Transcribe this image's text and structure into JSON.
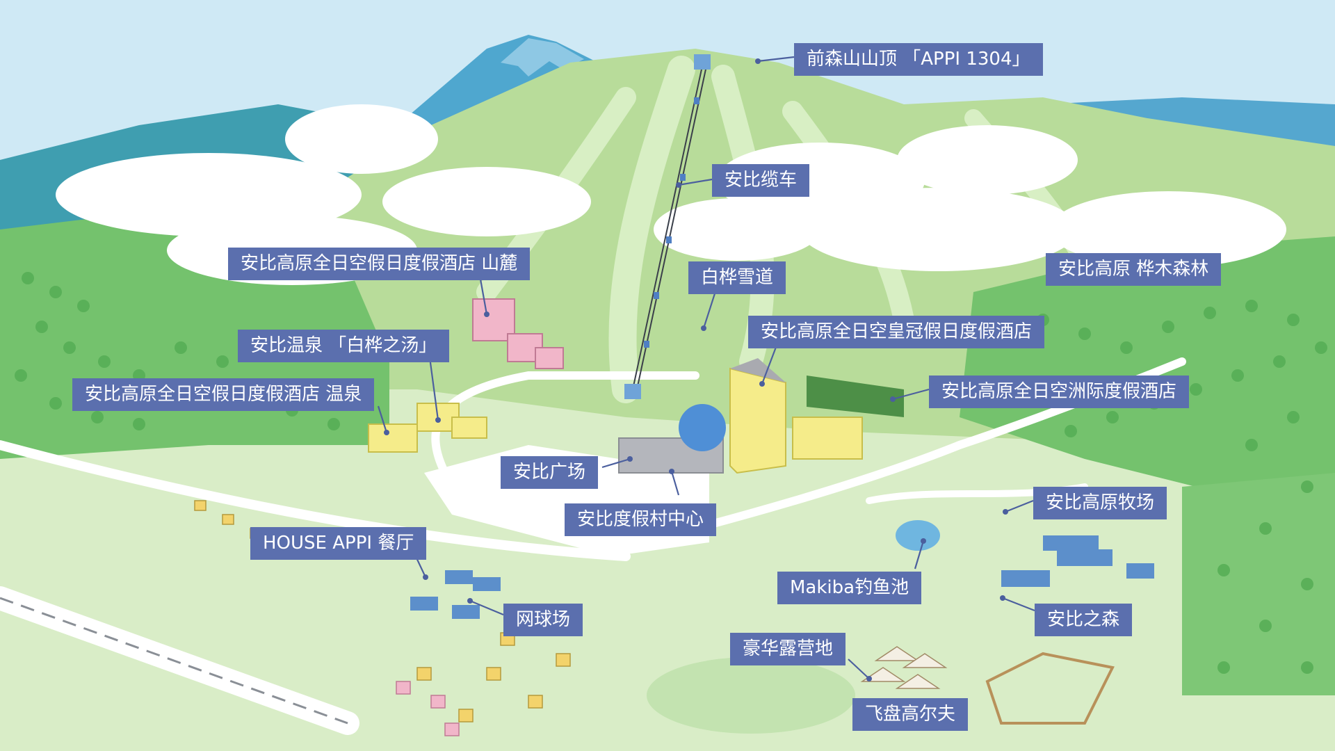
{
  "map": {
    "labels": [
      {
        "id": "mountain-top",
        "text": "前森山山顶 「APPI 1304」"
      },
      {
        "id": "gondola",
        "text": "安比缆车"
      },
      {
        "id": "shirakaba-slope",
        "text": "白桦雪道"
      },
      {
        "id": "hotel-sanroku",
        "text": "安比高原全日空假日度假酒店 山麓"
      },
      {
        "id": "onsen-shirakaba",
        "text": "安比温泉 「白桦之汤」"
      },
      {
        "id": "hotel-onsen",
        "text": "安比高原全日空假日度假酒店 温泉"
      },
      {
        "id": "crowne-plaza",
        "text": "安比高原全日空皇冠假日度假酒店"
      },
      {
        "id": "birch-forest",
        "text": "安比高原 桦木森林"
      },
      {
        "id": "intercontinental",
        "text": "安比高原全日空洲际度假酒店"
      },
      {
        "id": "appi-plaza",
        "text": "安比广场"
      },
      {
        "id": "resort-center",
        "text": "安比度假村中心"
      },
      {
        "id": "ranch",
        "text": "安比高原牧场"
      },
      {
        "id": "house-appi",
        "text": "HOUSE APPI 餐厅"
      },
      {
        "id": "fishing-pond",
        "text": "Makiba钓鱼池"
      },
      {
        "id": "tennis",
        "text": "网球场"
      },
      {
        "id": "appi-forest",
        "text": "安比之森"
      },
      {
        "id": "glamping",
        "text": "豪华露营地"
      },
      {
        "id": "disc-golf",
        "text": "飞盘高尔夫"
      }
    ]
  },
  "colors": {
    "sky": "#cfe9f5",
    "far_mountain": "#4fa7cf",
    "mid_mountain": "#3f9eb0",
    "main_mountain": "#b8dc9a",
    "meadow": "#d9edc7",
    "forest": "#6fc06a",
    "cloud": "#ffffff",
    "road": "#ffffff",
    "label_bg": "#5b6fae",
    "label_text": "#ffffff",
    "hotel_yellow": "#f5ec8a",
    "hotel_pink": "#f1b6c9",
    "hotel_green": "#4d8f47",
    "building_gray": "#a9aab0"
  }
}
